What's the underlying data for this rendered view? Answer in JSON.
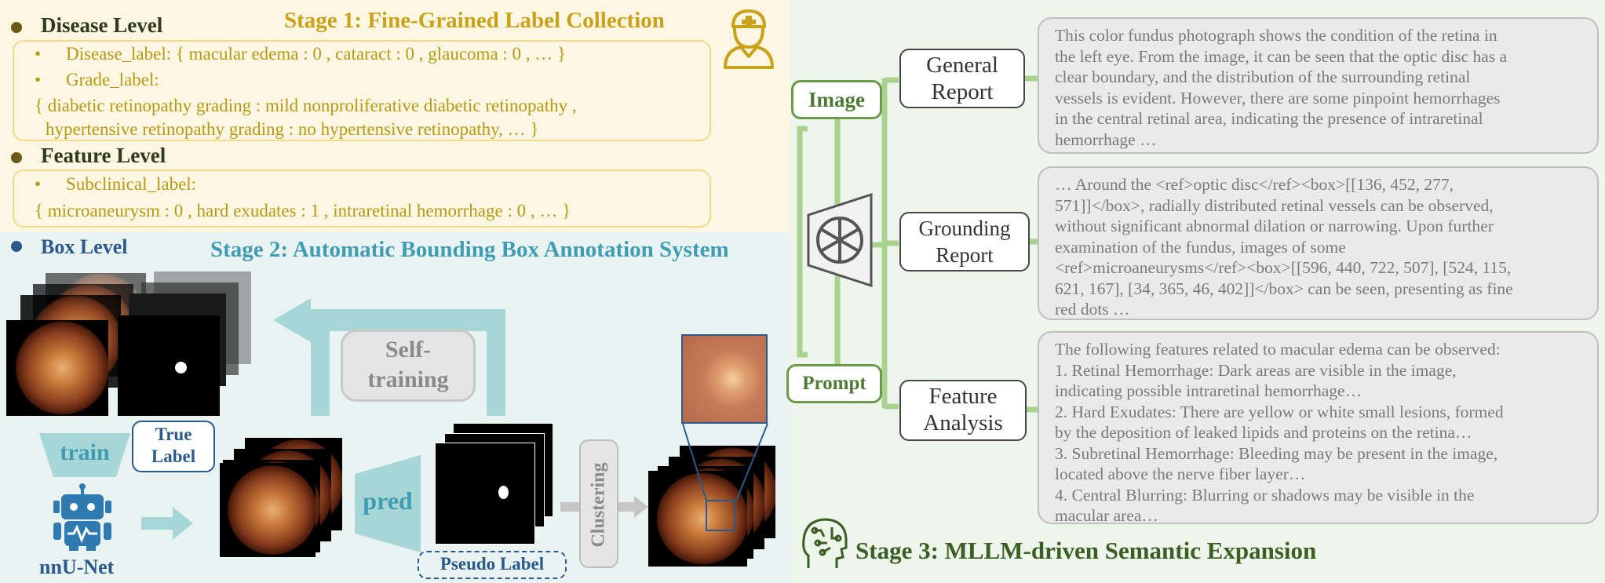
{
  "stage1": {
    "title": "Stage 1: Fine-Grained Label Collection",
    "disease_level": "Disease Level",
    "disease_label": "Disease_label: { macular edema : 0 ,  cataract : 0 , glaucoma : 0 ,  … }",
    "grade_label_head": "Grade_label:",
    "grade_line1": "{ diabetic retinopathy grading : mild nonproliferative diabetic retinopathy ,",
    "grade_line2": "hypertensive retinopathy grading : no hypertensive retinopathy,  … }",
    "feature_level": "Feature Level",
    "subclinical_head": "Subclinical_label:",
    "subclinical_line": "{ microaneurysm : 0 ,  hard exudates : 1 , intraretinal hemorrhage : 0 ,  … }"
  },
  "stage2": {
    "title": "Stage 2: Automatic Bounding Box Annotation System",
    "box_level": "Box Level",
    "self_training": [
      "Self-",
      "training"
    ],
    "train": "train",
    "true_label": [
      "True",
      "Label"
    ],
    "pred": "pred",
    "clustering": "Clustering",
    "pseudo_label": "Pseudo Label",
    "nnunet": "nnU-Net"
  },
  "stage3": {
    "title": "Stage 3: MLLM-driven Semantic Expansion",
    "image_label": "Image",
    "prompt_label": "Prompt",
    "general_report": [
      "General",
      "Report"
    ],
    "grounding_report": [
      "Grounding",
      "Report"
    ],
    "feature_analysis": [
      "Feature",
      "Analysis"
    ],
    "report1": [
      "This color fundus photograph shows the condition of the retina in",
      "the left eye. From the image, it can be seen that the optic disc has a",
      "clear boundary, and the distribution of the surrounding retinal",
      "vessels is evident. However, there are some pinpoint hemorrhages",
      "in the central retinal area, indicating the presence of intraretinal",
      "hemorrhage …"
    ],
    "report2": [
      "…  Around the <ref>optic disc</ref><box>[[136, 452, 277,",
      "571]]</box>, radially distributed retinal vessels can be observed,",
      "without significant abnormal dilation or narrowing. Upon further",
      "examination of the fundus, images of some",
      "<ref>microaneurysms</ref><box>[[596, 440, 722, 507], [524, 115,",
      "621, 167], [34, 365, 46, 402]]</box> can be seen, presenting as fine",
      "red dots …"
    ],
    "report3": [
      "The following features related to macular edema can be observed:",
      "1. Retinal Hemorrhage: Dark areas are visible in the image,",
      "indicating possible intraretinal hemorrhage…",
      "2. Hard Exudates: There are yellow or white small lesions, formed",
      "by the deposition of leaked lipids and proteins on the retina…",
      "3. Subretinal Hemorrhage: Bleeding may be present in the image,",
      "located above the nerve fiber layer…",
      "4. Central Blurring: Blurring or shadows may be visible in the",
      "macular area…"
    ]
  },
  "colors": {
    "stage1": "#b8950e",
    "stage2": "#3f9cb3",
    "stage3": "#3b5e25",
    "box_level": "#2b5a8a"
  }
}
